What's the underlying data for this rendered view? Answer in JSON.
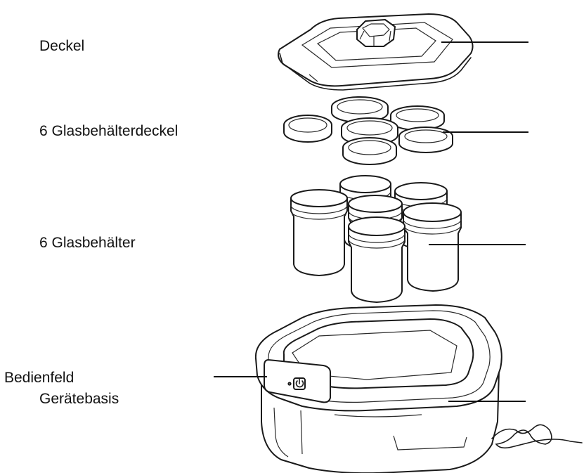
{
  "labels": {
    "lid": "Deckel",
    "jar_lids": "6 Glasbehälterdeckel",
    "jars": "6 Glasbehälter",
    "control_panel": "Bedienfeld",
    "base": "Gerätebasis"
  },
  "colors": {
    "line": "#1a1a1a",
    "background": "#ffffff"
  },
  "icons": {
    "power_button": "power-icon"
  }
}
